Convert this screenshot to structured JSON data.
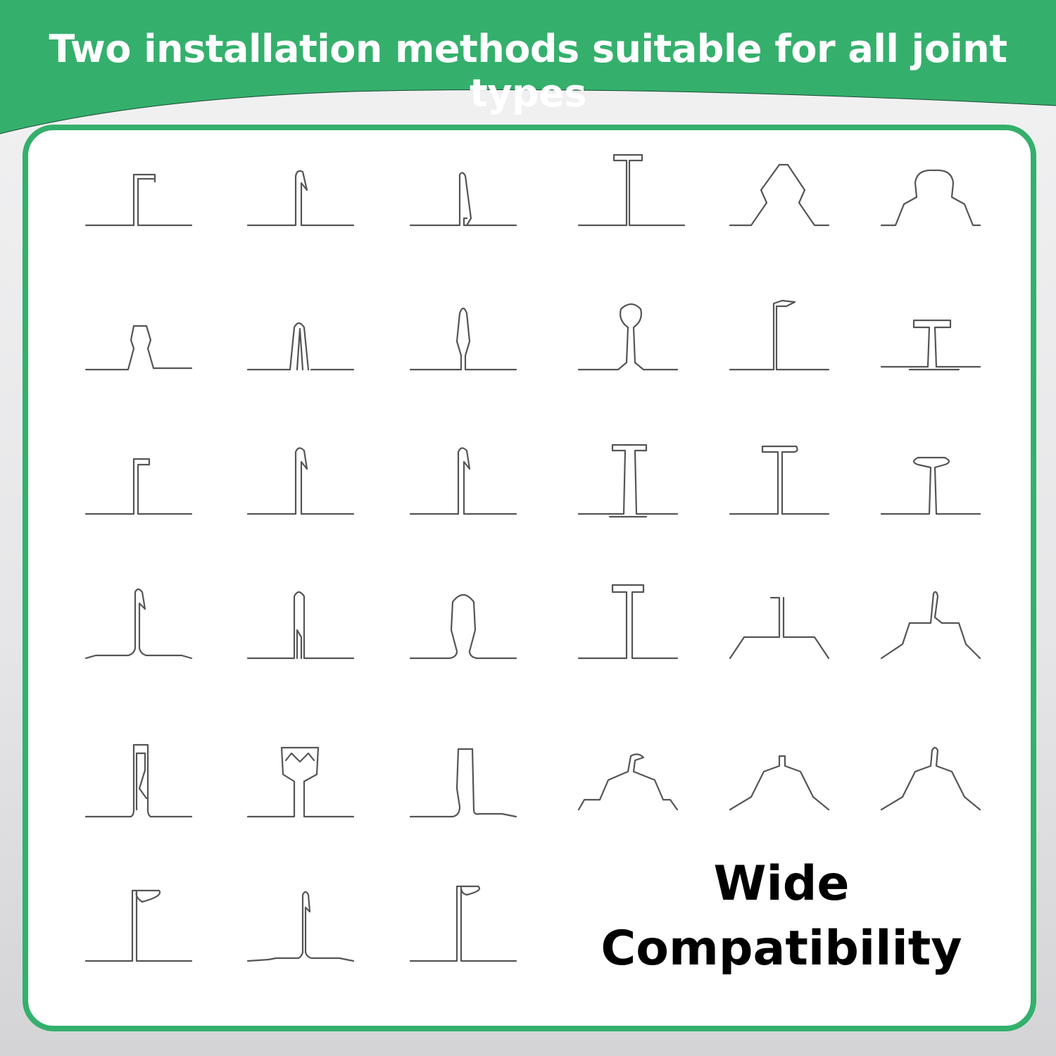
{
  "header": {
    "title": "Two installation methods suitable for all joint types"
  },
  "caption": {
    "line1": "Wide",
    "line2": "Compatibility"
  },
  "colors": {
    "accent_green": "#34b06c",
    "profile_stroke": "#555555",
    "panel_bg": "#ffffff"
  },
  "grid": {
    "rows": 6,
    "columns": 6,
    "profile_count": 33
  }
}
